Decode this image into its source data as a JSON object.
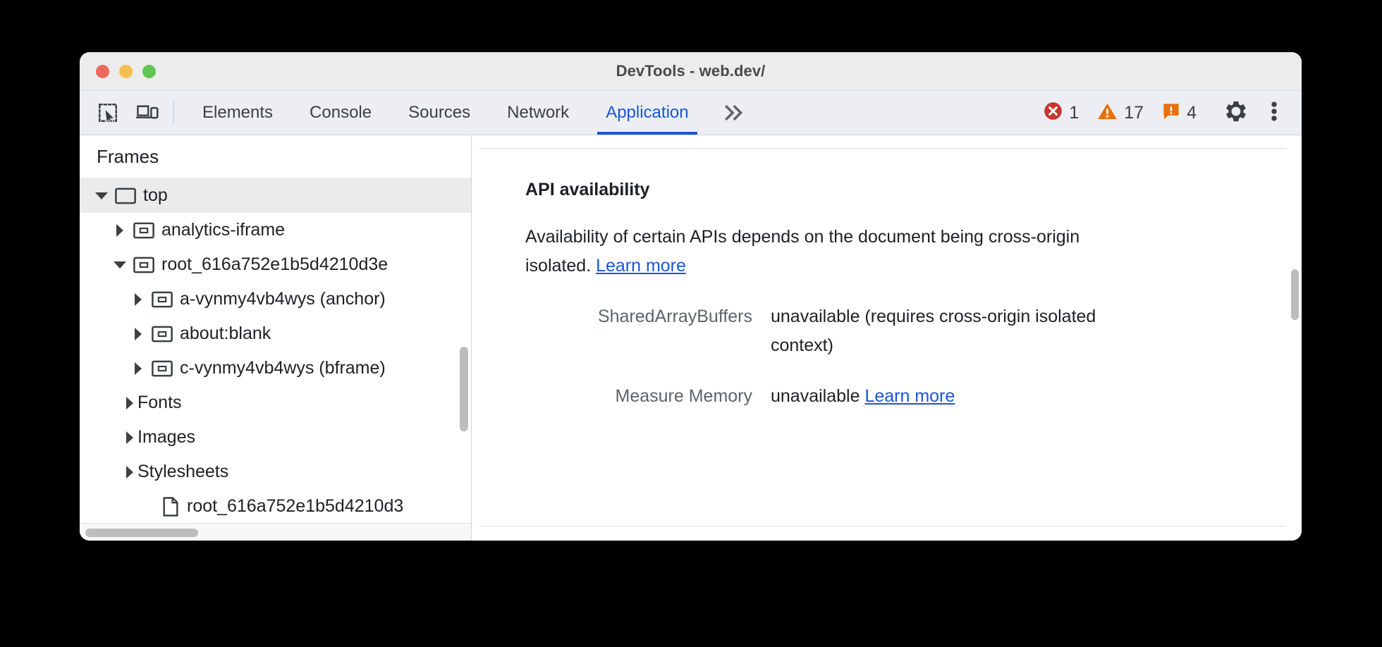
{
  "window": {
    "title": "DevTools - web.dev/",
    "traffic_lights": [
      "close-red",
      "minimize-yellow",
      "maximize-green"
    ]
  },
  "toolbar": {
    "icons": [
      {
        "name": "inspect-element-icon",
        "label": "Inspect element"
      },
      {
        "name": "device-toolbar-icon",
        "label": "Toggle device toolbar"
      }
    ],
    "tabs": [
      {
        "label": "Elements",
        "active": false
      },
      {
        "label": "Console",
        "active": false
      },
      {
        "label": "Sources",
        "active": false
      },
      {
        "label": "Network",
        "active": false
      },
      {
        "label": "Application",
        "active": true
      }
    ],
    "more_tabs_label": "»",
    "badges": [
      {
        "name": "error-badge",
        "icon": "error-icon",
        "count": "1",
        "color": "#d93025"
      },
      {
        "name": "warning-badge",
        "icon": "warning-icon",
        "count": "17",
        "color": "#e8710a"
      },
      {
        "name": "info-badge",
        "icon": "issue-icon",
        "count": "4",
        "color": "#e8710a"
      }
    ],
    "settings_label": "Settings",
    "menu_label": "Customize and control DevTools",
    "accent_color": "#1a56d6"
  },
  "sidebar": {
    "header": "Frames",
    "tree": [
      {
        "label": "top",
        "indent": 0,
        "state": "open",
        "icon": "frame-icon",
        "selected": true
      },
      {
        "label": "analytics-iframe",
        "indent": 1,
        "state": "closed",
        "icon": "iframe-icon",
        "selected": false
      },
      {
        "label": "root_616a752e1b5d4210d3e",
        "indent": 1,
        "state": "open",
        "icon": "iframe-icon",
        "selected": false
      },
      {
        "label": "a-vynmy4vb4wys (anchor)",
        "indent": 2,
        "state": "closed",
        "icon": "iframe-icon",
        "selected": false
      },
      {
        "label": "about:blank",
        "indent": 2,
        "state": "closed",
        "icon": "iframe-icon",
        "selected": false
      },
      {
        "label": "c-vynmy4vb4wys (bframe)",
        "indent": 2,
        "state": "closed",
        "icon": "iframe-icon",
        "selected": false
      },
      {
        "label": "Fonts",
        "indent": 1,
        "state": "closed",
        "icon": "none",
        "selected": false
      },
      {
        "label": "Images",
        "indent": 1,
        "state": "closed",
        "icon": "none",
        "selected": false
      },
      {
        "label": "Stylesheets",
        "indent": 1,
        "state": "closed",
        "icon": "none",
        "selected": false
      },
      {
        "label": "root_616a752e1b5d4210d3",
        "indent": 2,
        "state": "none",
        "icon": "document-icon",
        "selected": false
      }
    ]
  },
  "main": {
    "section_title": "API availability",
    "description_text": "Availability of certain APIs depends on the document being cross-origin isolated. ",
    "description_link": "Learn more",
    "rows": [
      {
        "key": "SharedArrayBuffers",
        "value": "unavailable  (requires cross-origin isolated context)",
        "link": ""
      },
      {
        "key": "Measure Memory",
        "value": "unavailable ",
        "link": "Learn more"
      }
    ]
  }
}
